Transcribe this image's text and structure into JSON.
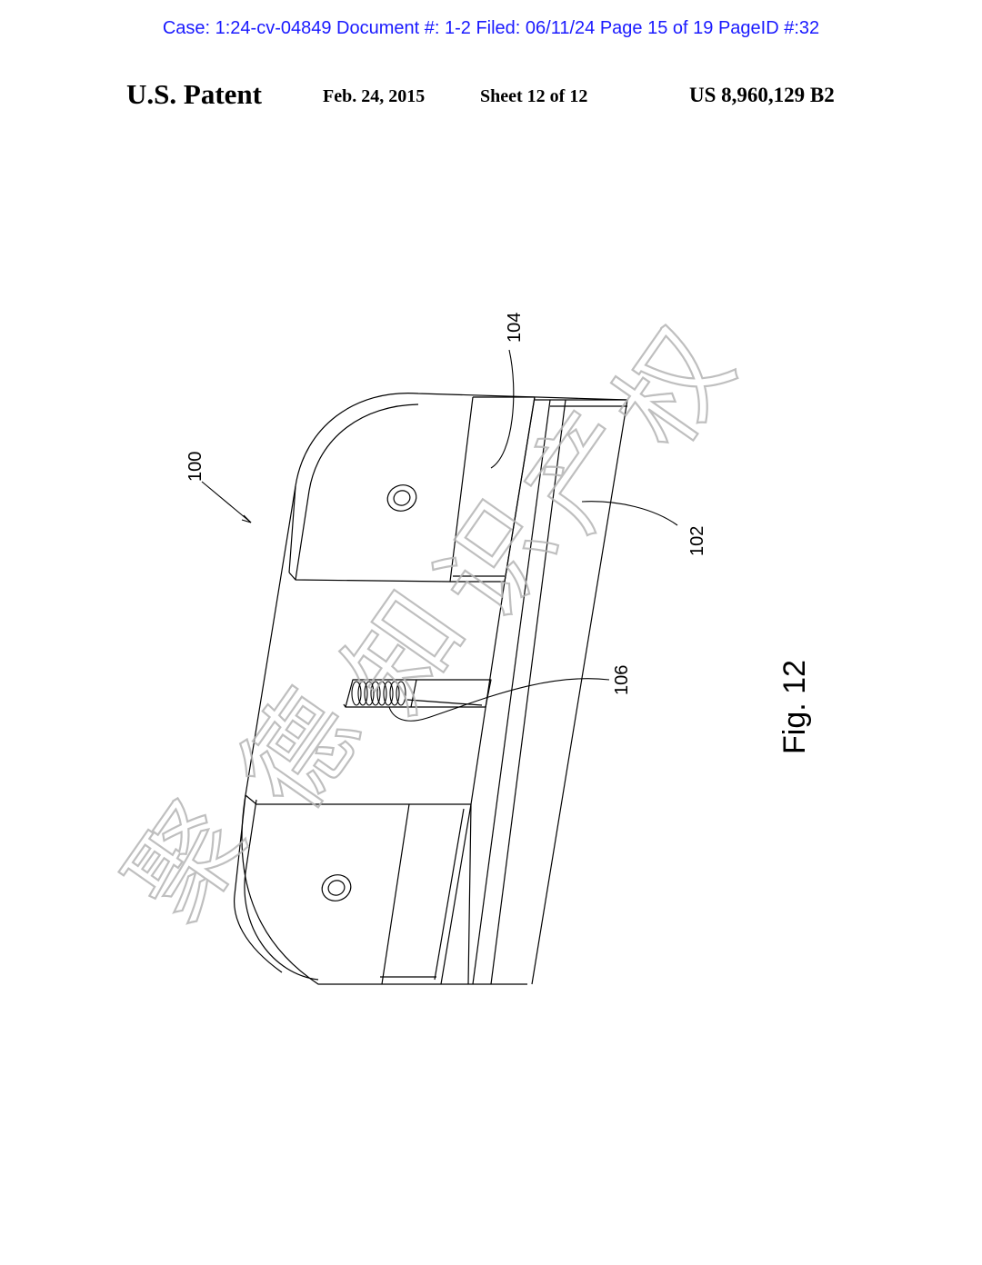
{
  "case_header": "Case: 1:24-cv-04849 Document #: 1-2 Filed: 06/11/24 Page 15 of 19 PageID #:32",
  "patent_header": {
    "title": "U.S. Patent",
    "date": "Feb. 24, 2015",
    "sheet": "Sheet 12 of 12",
    "number": "US 8,960,129 B2"
  },
  "figure": {
    "label": "Fig. 12",
    "refs": {
      "assembly": "100",
      "base": "102",
      "channel": "104",
      "spring": "106"
    }
  },
  "watermark": {
    "chars": [
      "聚",
      "德",
      "知",
      "识",
      "产",
      "权"
    ]
  }
}
